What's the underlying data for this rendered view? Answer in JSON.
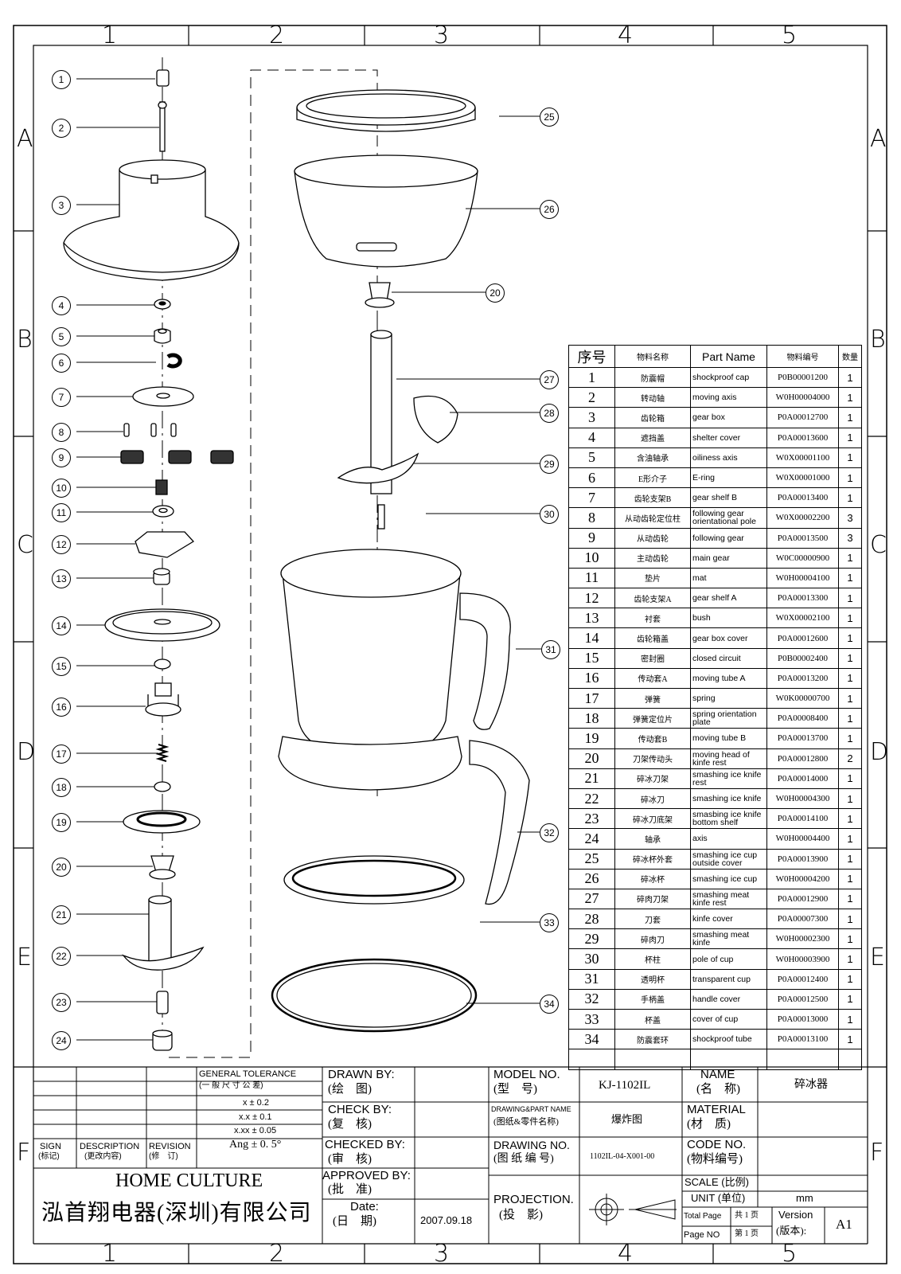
{
  "zones": {
    "columns": [
      "1",
      "2",
      "3",
      "4",
      "5"
    ],
    "rows": [
      "A",
      "B",
      "C",
      "D",
      "E",
      "F"
    ]
  },
  "callouts": [
    "1",
    "2",
    "3",
    "4",
    "5",
    "6",
    "7",
    "8",
    "9",
    "10",
    "11",
    "12",
    "13",
    "14",
    "15",
    "16",
    "17",
    "18",
    "19",
    "20",
    "21",
    "22",
    "23",
    "24",
    "25",
    "26",
    "20",
    "27",
    "28",
    "29",
    "30",
    "31",
    "32",
    "33",
    "34"
  ],
  "parts_table": {
    "headers": {
      "no": "序号",
      "cn": "物料名称",
      "en": "Part Name",
      "code": "物料编号",
      "qty": "数量"
    },
    "rows": [
      {
        "no": "1",
        "cn": "防震帽",
        "en": "shockproof cap",
        "code": "P0B00001200",
        "qty": "1"
      },
      {
        "no": "2",
        "cn": "转动轴",
        "en": "moving axis",
        "code": "W0H00004000",
        "qty": "1"
      },
      {
        "no": "3",
        "cn": "齿轮箱",
        "en": "gear box",
        "code": "P0A00012700",
        "qty": "1"
      },
      {
        "no": "4",
        "cn": "遮挡盖",
        "en": "shelter cover",
        "code": "P0A00013600",
        "qty": "1"
      },
      {
        "no": "5",
        "cn": "含油轴承",
        "en": "oiliness axis",
        "code": "W0X00001100",
        "qty": "1"
      },
      {
        "no": "6",
        "cn": "E形介子",
        "en": "E-ring",
        "code": "W0X00001000",
        "qty": "1"
      },
      {
        "no": "7",
        "cn": "齿轮支架B",
        "en": "gear shelf B",
        "code": "P0A00013400",
        "qty": "1"
      },
      {
        "no": "8",
        "cn": "从动齿轮定位柱",
        "en": "following gear orientational pole",
        "code": "W0X00002200",
        "qty": "3"
      },
      {
        "no": "9",
        "cn": "从动齿轮",
        "en": "following gear",
        "code": "P0A00013500",
        "qty": "3"
      },
      {
        "no": "10",
        "cn": "主动齿轮",
        "en": "main gear",
        "code": "W0C00000900",
        "qty": "1"
      },
      {
        "no": "11",
        "cn": "垫片",
        "en": "mat",
        "code": "W0H00004100",
        "qty": "1"
      },
      {
        "no": "12",
        "cn": "齿轮支架A",
        "en": "gear shelf A",
        "code": "P0A00013300",
        "qty": "1"
      },
      {
        "no": "13",
        "cn": "衬套",
        "en": "bush",
        "code": "W0X00002100",
        "qty": "1"
      },
      {
        "no": "14",
        "cn": "齿轮箱盖",
        "en": "gear box cover",
        "code": "P0A00012600",
        "qty": "1"
      },
      {
        "no": "15",
        "cn": "密封圈",
        "en": "closed circuit",
        "code": "P0B00002400",
        "qty": "1"
      },
      {
        "no": "16",
        "cn": "传动套A",
        "en": "moving tube A",
        "code": "P0A00013200",
        "qty": "1"
      },
      {
        "no": "17",
        "cn": "弹簧",
        "en": "spring",
        "code": "W0K00000700",
        "qty": "1"
      },
      {
        "no": "18",
        "cn": "弹簧定位片",
        "en": "spring orientation plate",
        "code": "P0A00008400",
        "qty": "1"
      },
      {
        "no": "19",
        "cn": "传动套B",
        "en": "moving tube B",
        "code": "P0A00013700",
        "qty": "1"
      },
      {
        "no": "20",
        "cn": "刀架传动头",
        "en": "moving head of kinfe rest",
        "code": "P0A00012800",
        "qty": "2"
      },
      {
        "no": "21",
        "cn": "碎冰刀架",
        "en": "smashing ice knife rest",
        "code": "P0A00014000",
        "qty": "1"
      },
      {
        "no": "22",
        "cn": "碎冰刀",
        "en": "smashing ice knife",
        "code": "W0H00004300",
        "qty": "1"
      },
      {
        "no": "23",
        "cn": "碎冰刀底架",
        "en": "smasbing ice knife bottom shelf",
        "code": "P0A00014100",
        "qty": "1"
      },
      {
        "no": "24",
        "cn": "轴承",
        "en": "axis",
        "code": "W0H00004400",
        "qty": "1"
      },
      {
        "no": "25",
        "cn": "碎冰杯外套",
        "en": "smashing ice cup outside cover",
        "code": "P0A00013900",
        "qty": "1"
      },
      {
        "no": "26",
        "cn": "碎冰杯",
        "en": "smashing ice cup",
        "code": "W0H00004200",
        "qty": "1"
      },
      {
        "no": "27",
        "cn": "碎肉刀架",
        "en": "smashing meat kinfe rest",
        "code": "P0A00012900",
        "qty": "1"
      },
      {
        "no": "28",
        "cn": "刀套",
        "en": "kinfe cover",
        "code": "P0A00007300",
        "qty": "1"
      },
      {
        "no": "29",
        "cn": "碎肉刀",
        "en": "smashing meat kinfe",
        "code": "W0H00002300",
        "qty": "1"
      },
      {
        "no": "30",
        "cn": "杯柱",
        "en": "pole of cup",
        "code": "W0H00003900",
        "qty": "1"
      },
      {
        "no": "31",
        "cn": "透明杯",
        "en": "transparent cup",
        "code": "P0A00012400",
        "qty": "1"
      },
      {
        "no": "32",
        "cn": "手柄盖",
        "en": "handle cover",
        "code": "P0A00012500",
        "qty": "1"
      },
      {
        "no": "33",
        "cn": "杯盖",
        "en": "cover of cup",
        "code": "P0A00013000",
        "qty": "1"
      },
      {
        "no": "34",
        "cn": "防震套环",
        "en": "shockproof tube",
        "code": "P0A00013100",
        "qty": "1"
      }
    ]
  },
  "title_block": {
    "sign": "SIGN",
    "sign_cn": "(标记)",
    "description": "DESCRIPTION",
    "description_cn": "(更改内容)",
    "revision": "REVISION",
    "revision_cn": "(修　订)",
    "general_tolerance": "GENERAL TOLERANCE",
    "general_tolerance_cn": "(一 般 尺 寸 公 差)",
    "tol_1": "x ± 0.2",
    "tol_2": "x.x ± 0.1",
    "tol_3": "x.xx ± 0.05",
    "tol_4": "Ang ± 0. 5°",
    "company_en": "HOME CULTURE",
    "company_cn": "泓首翔电器(深圳)有限公司",
    "drawn_by": "DRAWN BY:",
    "drawn_by_cn": "(绘　图)",
    "check_by": "CHECK BY:",
    "check_by_cn": "(复　核)",
    "checked_by": "CHECKED BY:",
    "checked_by_cn": "(审　核)",
    "approved_by": "APPROVED BY:",
    "approved_by_cn": "(批　准)",
    "date": "Date:",
    "date_cn": "(日　期)",
    "date_value": "2007.09.18",
    "model_no": "MODEL NO.",
    "model_no_cn": "(型　号)",
    "model_value": "KJ-1102IL",
    "part_name_label": "DRAWING&PART NAME",
    "part_name_label_cn": "(图纸&零件名称)",
    "part_name_value": "爆炸图",
    "drawing_no": "DRAWING NO.",
    "drawing_no_cn": "(图 纸 编 号)",
    "drawing_no_value": "1102IL-04-X001-00",
    "projection": "PROJECTION.",
    "projection_cn": "(投　影)",
    "name": "NAME",
    "name_cn": "(名　称)",
    "name_value": "碎冰器",
    "material": "MATERIAL",
    "material_cn": "(材　质)",
    "code_no": "CODE NO.",
    "code_no_cn": "(物料编号)",
    "scale": "SCALE (比例)",
    "unit": "UNIT (单位)",
    "unit_value": "mm",
    "total_page": "Total Page",
    "total_page_cn": "共 1 页",
    "page_no": "Page NO",
    "page_no_cn": "第 1 页",
    "version": "Version",
    "version_cn": "(版本):",
    "version_value": "A1"
  }
}
